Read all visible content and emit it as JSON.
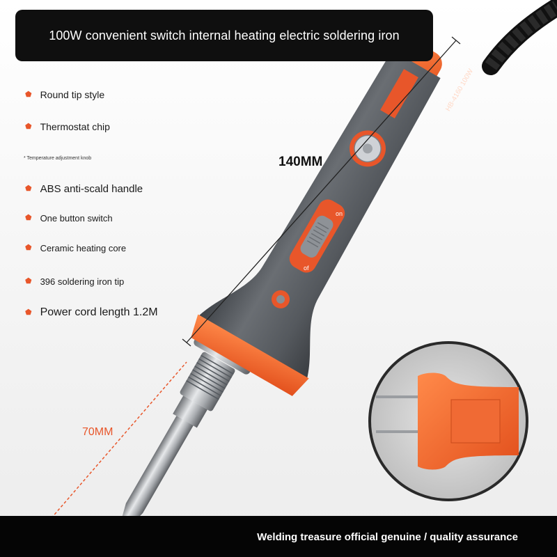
{
  "title": "100W convenient switch internal heating electric soldering iron",
  "features": [
    "Round tip style",
    "Thermostat chip",
    "ABS anti-scald handle",
    "One button switch",
    "Ceramic heating core",
    "396 soldering iron tip",
    "Power cord length 1.2M"
  ],
  "note": "* Temperature adjustment knob",
  "dimensions": {
    "handle_length": "140MM",
    "tip_length": "70MM"
  },
  "product_label": "HB-4160 100W",
  "switch_labels": {
    "on": "on",
    "off": "of"
  },
  "footer": "Welding treasure official genuine / quality assurance",
  "colors": {
    "accent": "#e8562a",
    "handle": "#55595e",
    "banner": "#0f0f0f"
  }
}
